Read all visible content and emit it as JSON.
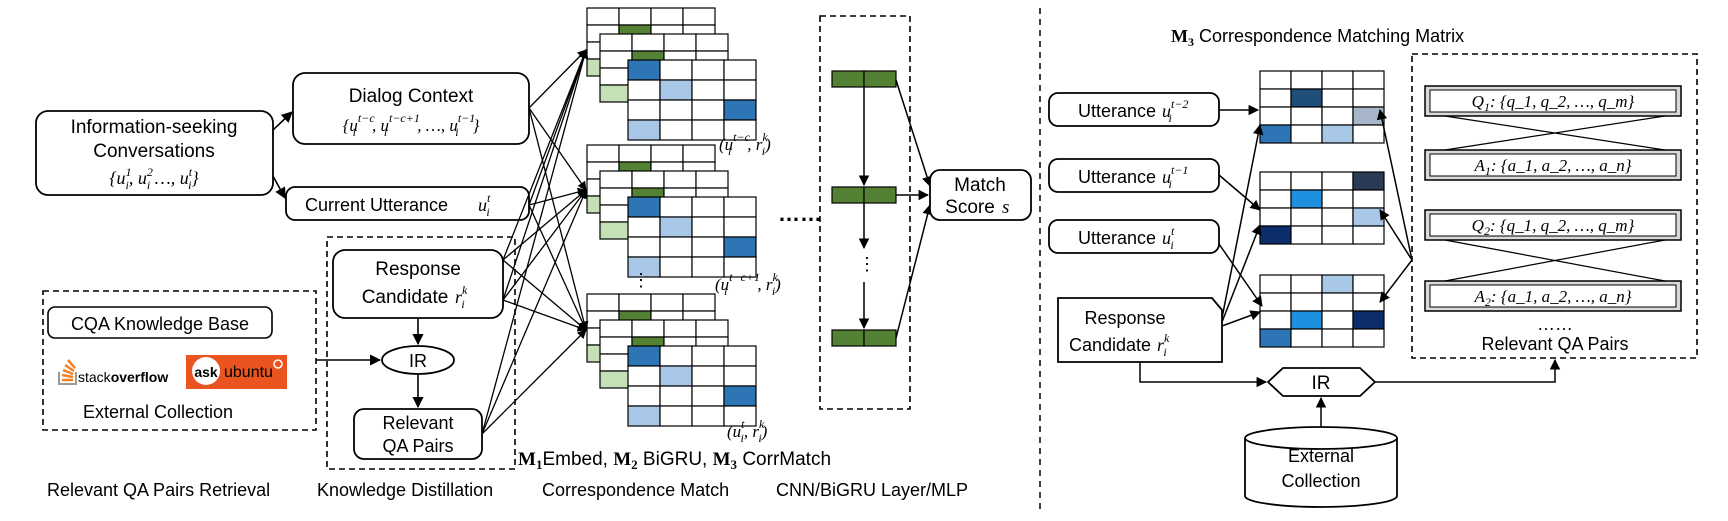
{
  "left": {
    "info_seeking": {
      "line1": "Information-seeking",
      "line2": "Conversations",
      "math": "{u_i^1, u_i^2 …, u_i^t}"
    },
    "dialog_context": {
      "title": "Dialog Context",
      "math": "{u_i^{t−c}, u_i^{t−c+1}, …, u_i^{t−1}}"
    },
    "current_utterance": {
      "label": "Current Utterance",
      "math": "u_i^t"
    },
    "cqa_kb": "CQA Knowledge Base",
    "stackoverflow": {
      "pre": "stack",
      "bold": "overflow"
    },
    "askubuntu": {
      "ask": "ask",
      "ubuntu": "ubuntu"
    },
    "external_collection": "External Collection",
    "response_candidate": {
      "line1": "Response",
      "line2": "Candidate",
      "math": "r_i^k"
    },
    "ir": "IR",
    "relevant_qa": {
      "line1": "Relevant",
      "line2": "QA Pairs"
    },
    "matrix_labels": [
      "(u_i^{t−c}, r_i^k)",
      "(u_i^{t−c+1}, r_i^k)",
      "(u_i^t, r_i^k)"
    ],
    "ellipsis_vertical": "⋮",
    "ellipsis_dots": "……",
    "matrix_caption": {
      "m1": "M",
      "m1_sub": "1",
      "embed": "Embed,",
      "m2": "M",
      "m2_sub": "2",
      "bigru": "BiGRU,",
      "m3": "M",
      "m3_sub": "3",
      "corr": "CorrMatch"
    },
    "match_score": {
      "line1": "Match",
      "line2": "Score",
      "math": "s"
    },
    "stage_labels": [
      "Relevant QA Pairs Retrieval",
      "Knowledge Distillation",
      "Correspondence Match",
      "CNN/BiGRU Layer/MLP"
    ]
  },
  "right": {
    "title": {
      "m": "M",
      "sub": "3",
      "text": "Correspondence Matching Matrix"
    },
    "utterances": [
      {
        "label": "Utterance",
        "math": "u_i^{t−2}"
      },
      {
        "label": "Utterance",
        "math": "u_i^{t−1}"
      },
      {
        "label": "Utterance",
        "math": "u_i^t"
      }
    ],
    "response_candidate": {
      "line1": "Response",
      "line2": "Candidate",
      "math": "r_i^k"
    },
    "qa_pairs": [
      {
        "sym": "Q",
        "sub": "1",
        "seq": ": {q_1, q_2, …, q_m}"
      },
      {
        "sym": "A",
        "sub": "1",
        "seq": ": {a_1, a_2, …, a_n}"
      },
      {
        "sym": "Q",
        "sub": "2",
        "seq": ": {q_1, q_2, …, q_m}"
      },
      {
        "sym": "A",
        "sub": "2",
        "seq": ": {a_1, a_2, …, a_n}"
      }
    ],
    "qa_dots": "……",
    "relevant_qa_label": "Relevant QA Pairs",
    "ir": "IR",
    "external": {
      "line1": "External",
      "line2": "Collection"
    }
  },
  "colors": {
    "green_dark": "#548235",
    "green_light": "#c5e0b4",
    "blue_mid": "#2e75b6",
    "blue_light": "#a9c8e8",
    "blue_pale": "#d6e4f2",
    "blue_bright": "#1f8fe0",
    "blue_navy": "#0c2d6b",
    "blue_slate": "#1f4e79",
    "blue_gray": "#a8b6cc",
    "ubuntu_orange": "#e95420"
  }
}
